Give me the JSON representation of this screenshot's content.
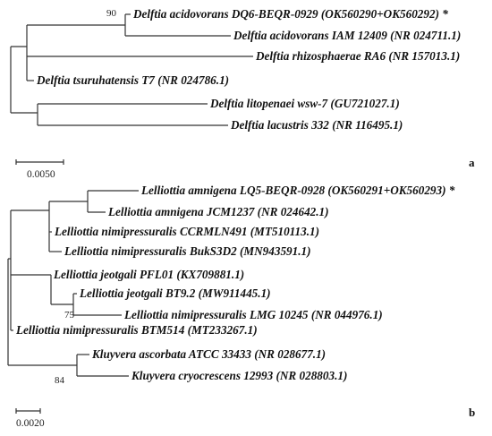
{
  "panel_a": {
    "letter": "a",
    "scale_label": "0.0050",
    "bootstrap": [
      "90"
    ],
    "taxa": [
      "Delftia acidovorans DQ6-BEQR-0929 (OK560290+OK560292) *",
      "Delftia acidovorans IAM 12409 (NR 024711.1)",
      "Delftia rhizosphaerae RA6 (NR 157013.1)",
      "Delftia tsuruhatensis T7 (NR 024786.1)",
      "Delftia litopenaei wsw-7 (GU721027.1)",
      "Delftia lacustris 332 (NR 116495.1)"
    ]
  },
  "panel_b": {
    "letter": "b",
    "scale_label": "0.0020",
    "bootstrap": [
      "75",
      "84"
    ],
    "taxa": [
      "Lelliottia amnigena LQ5-BEQR-0928 (OK560291+OK560293) *",
      "Lelliottia amnigena JCM1237 (NR 024642.1)",
      "Lelliottia nimipressuralis CCRMLN491 (MT510113.1)",
      "Lelliottia nimipressuralis BukS3D2 (MN943591.1)",
      "Lelliottia jeotgali PFL01 (KX709881.1)",
      "Lelliottia jeotgali BT9.2 (MW911445.1)",
      "Lelliottia nimipressuralis LMG 10245 (NR 044976.1)",
      "Lelliottia nimipressuralis BTM514 (MT233267.1)",
      "Kluyvera ascorbata ATCC 33433 (NR 028677.1)",
      "Kluyvera cryocrescens 12993 (NR 028803.1)"
    ]
  }
}
